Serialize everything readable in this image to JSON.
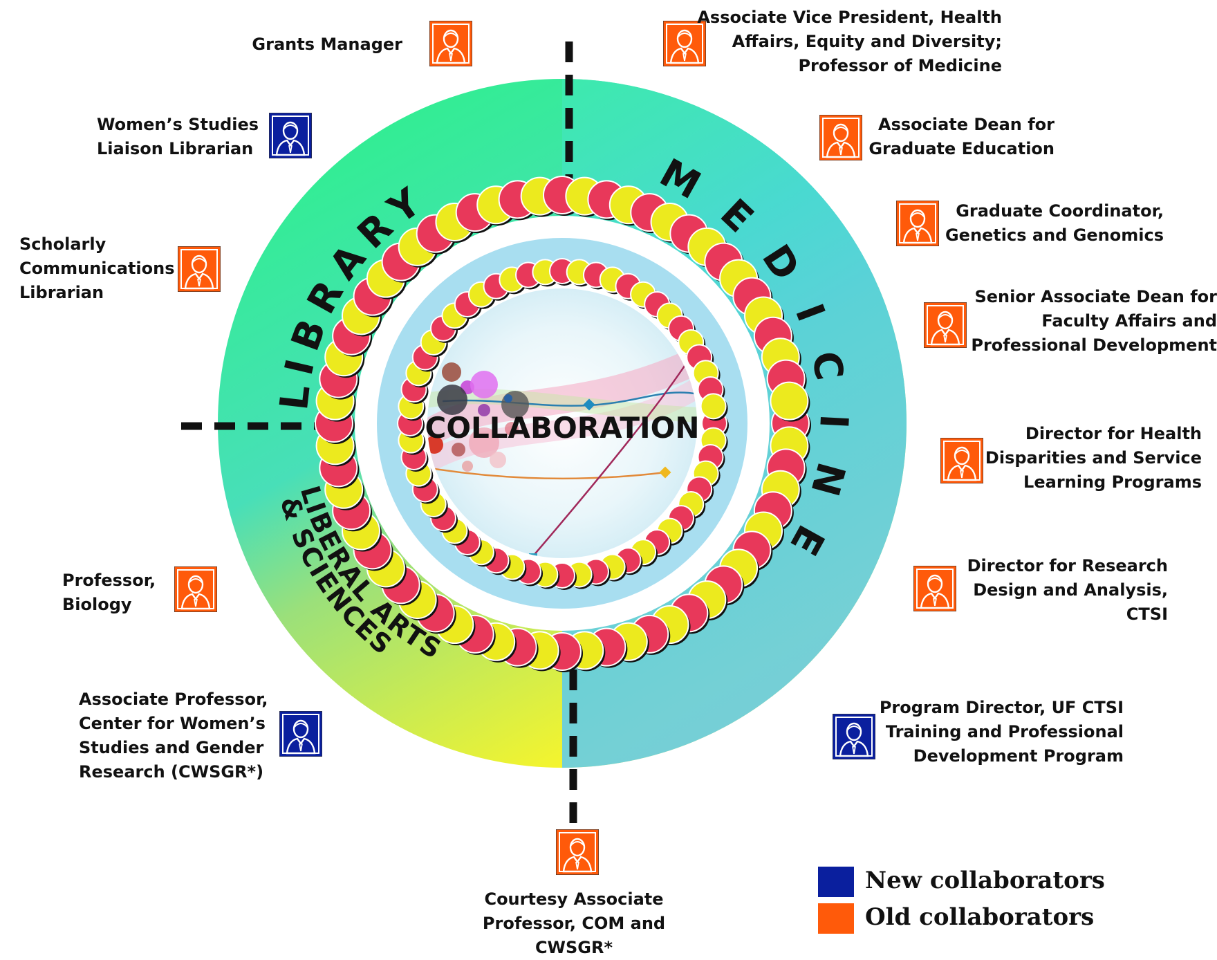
{
  "center": {
    "title": "COLLABORATION"
  },
  "departments": {
    "library": "LIBRARY",
    "medicine": "MEDICINE",
    "las_line1": "LIBERAL ARTS",
    "las_line2": "& SCIENCES"
  },
  "colors": {
    "new": "#0a1f9e",
    "old": "#ff5a0a",
    "ring_gradient": [
      "#2ef08c",
      "#55c9f2",
      "#f3f52c"
    ],
    "pad_red": "#e8385a",
    "pad_yellow": "#ecea1e",
    "inner_band": "#a8def0"
  },
  "people": [
    {
      "id": "grants",
      "label": "Grants Manager",
      "type": "old",
      "icon": "person-icon"
    },
    {
      "id": "avp",
      "label": "Associate Vice President, Health\nAffairs, Equity and Diversity;\nProfessor of Medicine",
      "type": "old",
      "icon": "person-icon"
    },
    {
      "id": "wslib",
      "label": "Women’s Studies\nLiaison Librarian",
      "type": "new",
      "icon": "person-icon"
    },
    {
      "id": "adge",
      "label": "Associate Dean for\nGraduate Education",
      "type": "old",
      "icon": "person-icon"
    },
    {
      "id": "gcgg",
      "label": "Graduate Coordinator,\nGenetics and Genomics",
      "type": "old",
      "icon": "person-icon"
    },
    {
      "id": "schol",
      "label": "Scholarly\nCommunications\nLibrarian",
      "type": "old",
      "icon": "person-icon"
    },
    {
      "id": "sadfa",
      "label": "Senior Associate Dean for\nFaculty Affairs and\nProfessional Development",
      "type": "old",
      "icon": "person-icon"
    },
    {
      "id": "dhd",
      "label": "Director for Health\nDisparities and Service\nLearning Programs",
      "type": "old",
      "icon": "person-icon"
    },
    {
      "id": "bio",
      "label": "Professor,\nBiology",
      "type": "old",
      "icon": "person-icon"
    },
    {
      "id": "drda",
      "label": "Director for Research\nDesign and Analysis,\nCTSI",
      "type": "old",
      "icon": "person-icon"
    },
    {
      "id": "cwsgr",
      "label": "Associate Professor,\nCenter for Women’s\nStudies and Gender\nResearch (CWSGR*)",
      "type": "new",
      "icon": "person-icon"
    },
    {
      "id": "ctsi",
      "label": "Program Director, UF CTSI\nTraining and Professional\nDevelopment Program",
      "type": "new",
      "icon": "person-icon"
    },
    {
      "id": "courtesy",
      "label": "Courtesy Associate\nProfessor, COM and\nCWSGR*",
      "type": "old",
      "icon": "person-icon"
    }
  ],
  "legend": [
    {
      "label": "New collaborators",
      "color": "#0a1f9e"
    },
    {
      "label": "Old collaborators",
      "color": "#ff5a0a"
    }
  ]
}
